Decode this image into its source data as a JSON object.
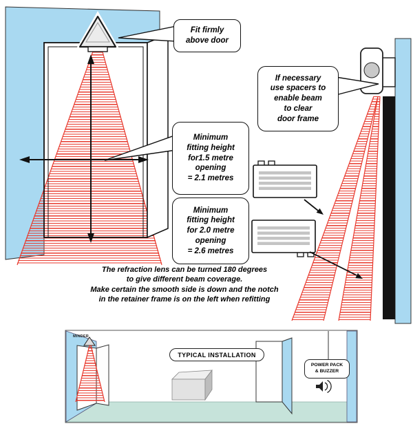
{
  "colors": {
    "wall_blue": "#a9d9f1",
    "beam_red": "#e8382c",
    "floor_teal": "#c6e3da",
    "door_edge_dark": "#141414",
    "lens_stripe_gray": "#c4c4c4",
    "outline_black": "#111111"
  },
  "callouts": {
    "fit_firmly": "Fit firmly\nabove door",
    "spacers": "If necessary\nuse spacers to\nenable beam\nto clear\ndoor frame",
    "min_height_1_5": "Minimum\nfitting height\nfor1.5 metre\nopening\n= 2.1 metres",
    "min_height_2_0": "Minimum\nfitting height\nfor 2.0 metre\nopening\n= 2.6 metres"
  },
  "note": "The refraction lens can be turned 180 degrees\nto give different beam coverage.\nMake certain the smooth side is down and the notch\nin the retainer frame is on the left when refitting",
  "bottom_panel": {
    "title": "TYPICAL INSTALLATION",
    "sensor_brand": "MINDER",
    "power_pack": "POWER PACK\n& BUZZER"
  },
  "icons": {
    "buzzer": "buzzer-sound-icon",
    "door_sensor": "triangle-beam-sensor"
  }
}
